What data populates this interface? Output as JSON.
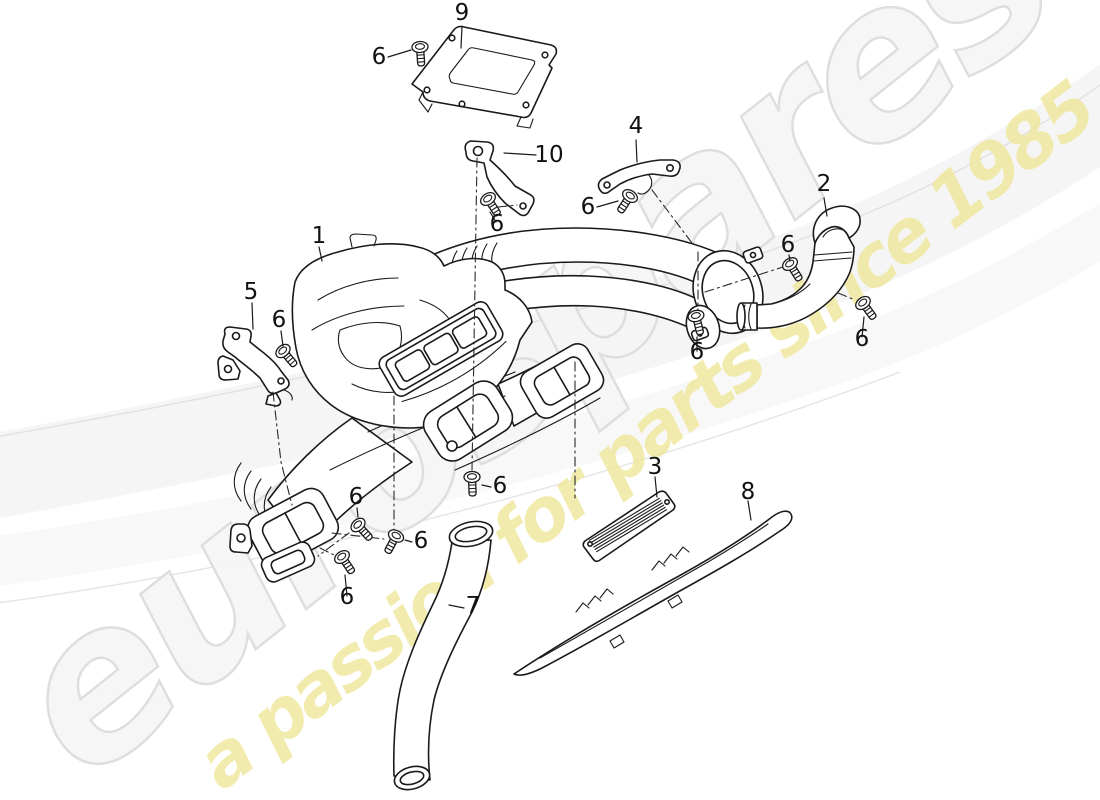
{
  "diagram": {
    "kind": "exploded-parts-diagram",
    "background_color": "#ffffff",
    "line_color": "#1a1a1a",
    "label_color": "#111111",
    "watermark": {
      "brand_text": "eurospares",
      "tagline_text": "a passion for parts since 1985",
      "brand_fill": "#f6f6f6",
      "brand_outline": "#dddddd",
      "tagline_fill": "#efe79b"
    },
    "callouts": [
      {
        "label": "9"
      },
      {
        "label": "6"
      },
      {
        "label": "10"
      },
      {
        "label": "6"
      },
      {
        "label": "4"
      },
      {
        "label": "6"
      },
      {
        "label": "2"
      },
      {
        "label": "6"
      },
      {
        "label": "6"
      },
      {
        "label": "1"
      },
      {
        "label": "5"
      },
      {
        "label": "6"
      },
      {
        "label": "6"
      },
      {
        "label": "6"
      },
      {
        "label": "6"
      },
      {
        "label": "6"
      },
      {
        "label": "6"
      },
      {
        "label": "3"
      },
      {
        "label": "8"
      },
      {
        "label": "7"
      }
    ]
  }
}
